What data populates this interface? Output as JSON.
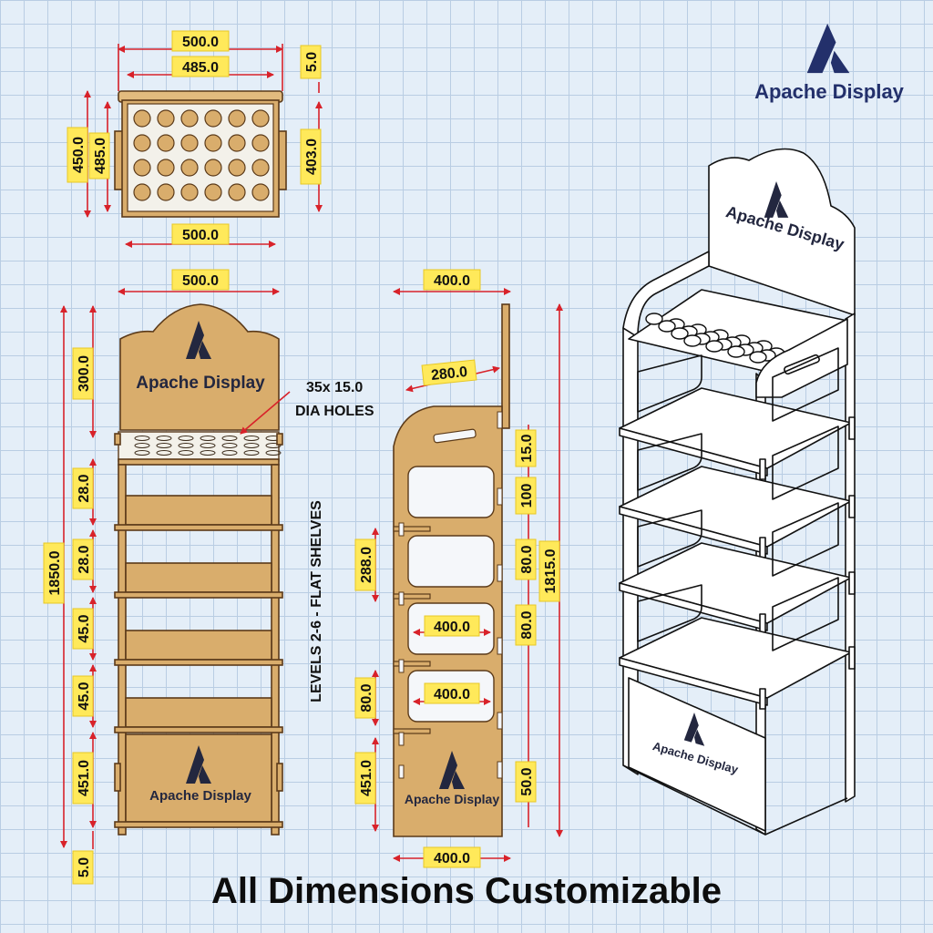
{
  "brand": {
    "name": "Apache Display"
  },
  "footer": "All Dimensions Customizable",
  "top_view": {
    "dims": {
      "width_outer": "500.0",
      "width_inner": "485.0",
      "edge": "5.0",
      "depth": "450.0",
      "depth_inner": "485.0",
      "side": "403.0",
      "bottom_width": "500.0"
    }
  },
  "front_view": {
    "brand_label": "Apache Display",
    "dims": {
      "width": "500.0",
      "header_height": "300.0",
      "total_height": "1850.0",
      "gap_1": "28.0",
      "gap_2": "28.0",
      "gap_3": "45.0",
      "gap_4": "45.0",
      "base": "451.0",
      "foot": "5.0"
    },
    "note_holes": "35x 15.0",
    "note_holes_2": "DIA HOLES"
  },
  "levels_note": "LEVELS 2-6 - FLAT SHELVES",
  "side_view": {
    "brand_label": "Apache Display",
    "dims": {
      "depth_top": "400.0",
      "handle": "280.0",
      "slot_15": "15.0",
      "slot_100": "100",
      "slot_80a": "80.0",
      "slot_80b": "80.0",
      "total_height": "1815.0",
      "window_height": "288.0",
      "window_w1": "400.0",
      "window_w2": "400.0",
      "window_h2": "80.0",
      "base": "451.0",
      "foot_right": "50.0",
      "depth_bottom": "400.0"
    }
  },
  "iso_view": {
    "brand_top": "Apache Display",
    "brand_bottom": "Apache Display"
  }
}
